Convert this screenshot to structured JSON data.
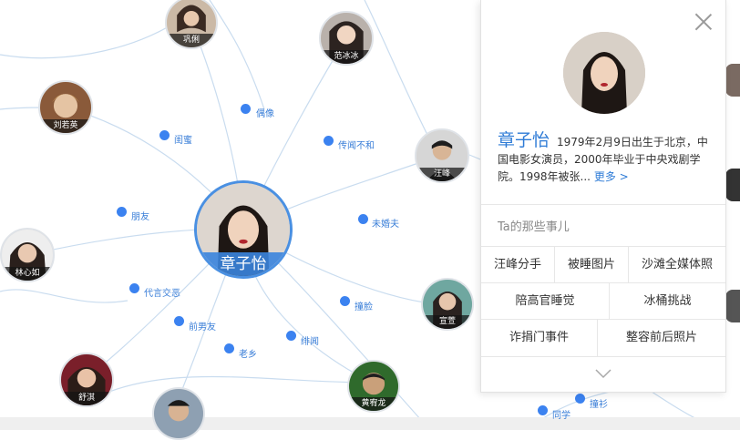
{
  "graph": {
    "center": {
      "name": "章子怡"
    },
    "people": [
      {
        "id": "gongli",
        "name": "巩俐"
      },
      {
        "id": "fanbingbing",
        "name": "范冰冰"
      },
      {
        "id": "liuruoying",
        "name": "刘若英"
      },
      {
        "id": "wangfeng",
        "name": "汪峰"
      },
      {
        "id": "linxinru",
        "name": "林心如"
      },
      {
        "id": "qihao",
        "name": "宣萱"
      },
      {
        "id": "shuqi",
        "name": "舒淇"
      },
      {
        "id": "huangbo",
        "name": "黄宥龙"
      }
    ],
    "relations": [
      "偶像",
      "闺蜜",
      "传闻不和",
      "朋友",
      "未婚夫",
      "代言交恶",
      "撞脸",
      "前男友",
      "绯闻",
      "老乡",
      "撞衫",
      "同学"
    ]
  },
  "panel": {
    "name": "章子怡",
    "bio": "1979年2月9日出生于北京，中国电影女演员，2000年毕业于中央戏剧学院。1998年被张...",
    "more_label": "更多 >",
    "section_title": "Ta的那些事儿",
    "tags": [
      [
        "汪峰分手",
        "被睡图片",
        "沙滩全媒体照"
      ],
      [
        "陪高官睡觉",
        "冰桶挑战"
      ],
      [
        "诈捐门事件",
        "整容前后照片"
      ]
    ]
  },
  "colors": {
    "accent": "#3b82f0",
    "link": "#2e7bd6",
    "edge": "#c9dcef"
  }
}
